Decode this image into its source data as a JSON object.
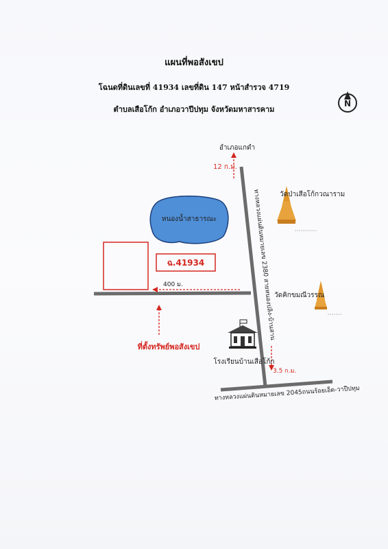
{
  "header": {
    "title": "แผนที่พอสังเขป",
    "deed_line": "โฉนดที่ดินเลขที่ 41934 เลขที่ดิน 147 หน้าสำรวจ 4719",
    "location_line": "ตำบลเสือโก้ก อำเภอวาปีปทุม จังหวัดมหาสารคาม"
  },
  "compass": {
    "letter": "N",
    "icon": "north-arrow-icon"
  },
  "map": {
    "north_destination": "อำเภอแกดำ",
    "north_distance": "12 ก.ม.",
    "pond_label": "หนองน้ำสาธารณะ",
    "parcel_label": "ฉ.41934",
    "side_road_distance": "400 ม.",
    "property_label": "ที่ตั้งทรัพย์พอสังเขป",
    "main_road_label": "ทางหลวงแผ่นดินหมายเลข 2380 สายหนองปลิง-บ้านสาน",
    "bottom_road_label": "ทางหลวงแผ่นดินหมายเลข 2045ถนนร้อยเอ็ด-วาปีปทุม",
    "south_distance": "3.5 ก.ม.",
    "temple_1": "วัดป่าเสือโก้กวณาราม",
    "temple_2": "วัดคิกขมณีวรรณ",
    "school": "โรงเรียนบ้านเสือโก้ก"
  },
  "colors": {
    "road": "#6b6b6b",
    "red": "#d4271f",
    "pond": "#4f8fd8",
    "temple": "#e0952b"
  }
}
